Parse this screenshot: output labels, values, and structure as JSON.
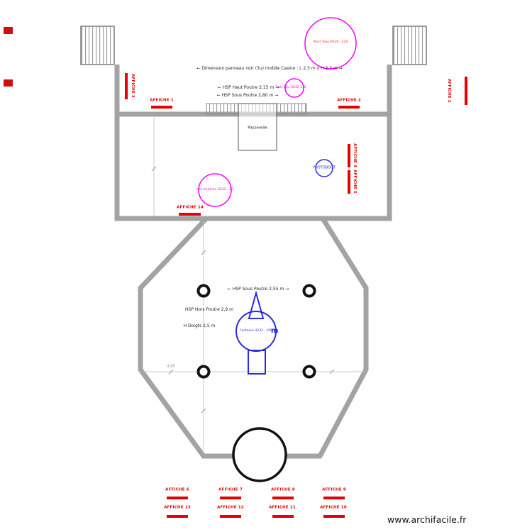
{
  "plan": {
    "notes": {
      "panel_note": "←  Dimension panneau noir (3u) mobile Casino : L 2,5 m x H 2,3 m  →",
      "hsp_haut_poutre": "← HSP Haut Poutre 2,15 m →",
      "hsp_sous_poutre": "← HSP Sous Poutre 2,80 m →",
      "passerelle": "Passerelle",
      "hsp_sous_poutre_salle": "← HSP Sous Poutre 2,55 m →",
      "hsp_hors_poutre": "HSP Hors Poutre 2,9 m",
      "h_doigts": "H Doigts 2,5 m",
      "dim_488": "4,88"
    },
    "objects": {
      "teau": "Posit Teau K619 - 229",
      "trait_eau": "Trait Eau H232 110",
      "bac_fontaine": "bac fontaine H232 - 23",
      "photoboot": "PHOTOBOOT",
      "fontaine": "Fontaine H232 - 195",
      "fontaine_unit": "m"
    },
    "affiches": {
      "a1": "AFFICHE 1",
      "a2": "AFFICHE 2",
      "a2_right": "AFFICHE 2",
      "a3": "AFFICHE 3",
      "a4": "AFFICHE 4",
      "a5": "AFFICHE 5",
      "a6": "AFFICHE 6",
      "a7": "AFFICHE 7",
      "a8": "AFFICHE 8",
      "a9": "AFFICHE 9",
      "a10": "AFFICHE 10",
      "a11": "AFFICHE 11",
      "a12": "AFFICHE 12",
      "a13": "AFFICHE 13",
      "a14": "AFFICHE 14"
    },
    "colors": {
      "wall": "#a3a3a3",
      "affiche_red": "#e60000",
      "object_magenta": "#ff00ff",
      "object_blue": "#2a2ae0"
    }
  },
  "footer": {
    "watermark": "www.archifacile.fr"
  }
}
